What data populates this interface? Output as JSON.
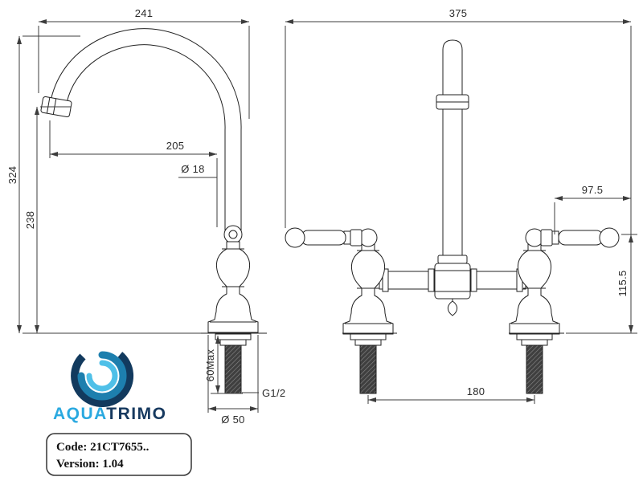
{
  "drawing": {
    "side": {
      "width": "241",
      "reach": "205",
      "spout_diameter": "Ø 18",
      "total_height": "324",
      "spout_height": "238",
      "shank_length": "60Max",
      "thread_size": "G1/2",
      "base_diameter": "Ø 50"
    },
    "front": {
      "width": "375",
      "handle_length": "97.5",
      "handle_height": "115.5",
      "tail_centres": "180"
    }
  },
  "logo": {
    "part1": "AQUA",
    "part2": "TRIMO",
    "aqua_color": "#2aa9e0",
    "trimo_color": "#16395f",
    "icon_dark": "#123a5e",
    "icon_mid": "#1d7fae",
    "icon_light": "#4fc0e8"
  },
  "info_box": {
    "code": "Code: 21CT7655..",
    "version": "Version: 1.04"
  }
}
